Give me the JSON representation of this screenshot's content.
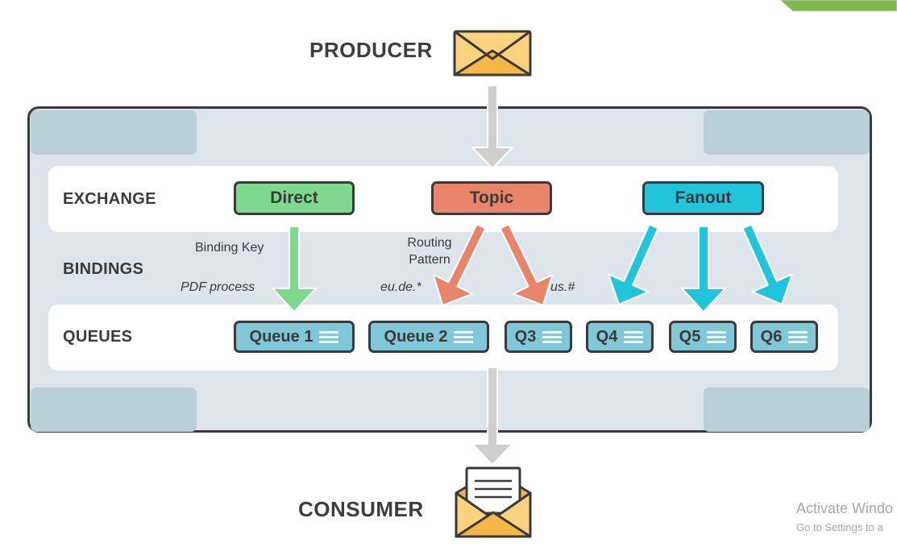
{
  "producer": {
    "label": "PRODUCER",
    "icon": "envelope-icon"
  },
  "consumer": {
    "label": "CONSUMER",
    "icon": "open-envelope-icon"
  },
  "rows": {
    "exchange": "EXCHANGE",
    "bindings": "BINDINGS",
    "queues": "QUEUES"
  },
  "exchanges": [
    {
      "label": "Direct",
      "color": "#7ed98e"
    },
    {
      "label": "Topic",
      "color": "#e8846a"
    },
    {
      "label": "Fanout",
      "color": "#22c4dc"
    }
  ],
  "bindings": {
    "binding_key": "Binding Key",
    "routing_pattern_line1": "Routing",
    "routing_pattern_line2": "Pattern",
    "pdf_process": "PDF process",
    "eu_de": "eu.de.*",
    "us_hash": "us.#"
  },
  "queues": [
    "Queue 1",
    "Queue 2",
    "Q3",
    "Q4",
    "Q5",
    "Q6"
  ],
  "colors": {
    "queue": "#80c7d8",
    "envelope": "#fcd27f",
    "arrow_gray": "#cfcfcf",
    "panel": "#dde5ec"
  },
  "watermark": {
    "title": "Activate Windo",
    "subtitle": "Go to Settings to a"
  }
}
